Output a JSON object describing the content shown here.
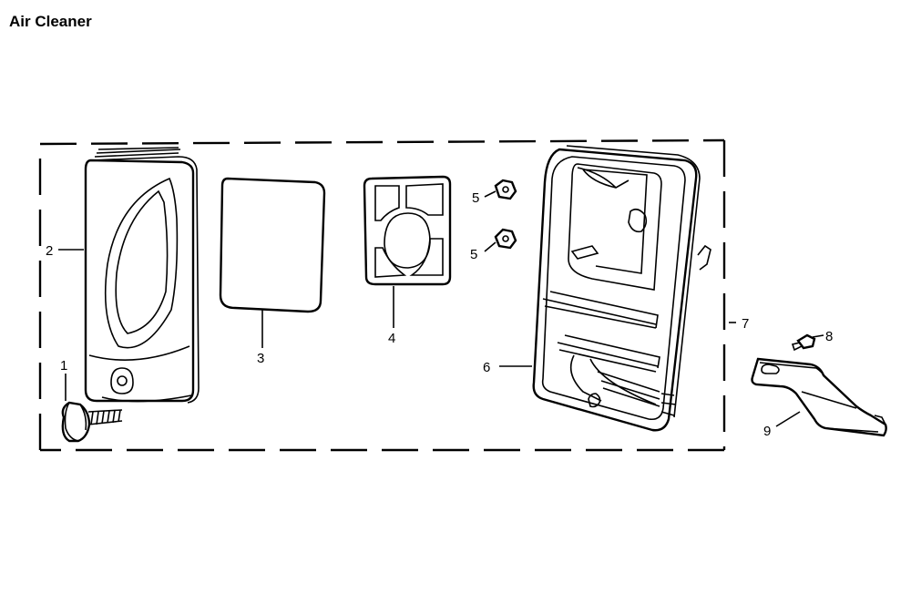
{
  "title": "Air Cleaner",
  "callouts": {
    "p1": "1",
    "p2": "2",
    "p3": "3",
    "p4": "4",
    "p5a": "5",
    "p5b": "5",
    "p6": "6",
    "p7": "7",
    "p8": "8",
    "p9": "9"
  }
}
